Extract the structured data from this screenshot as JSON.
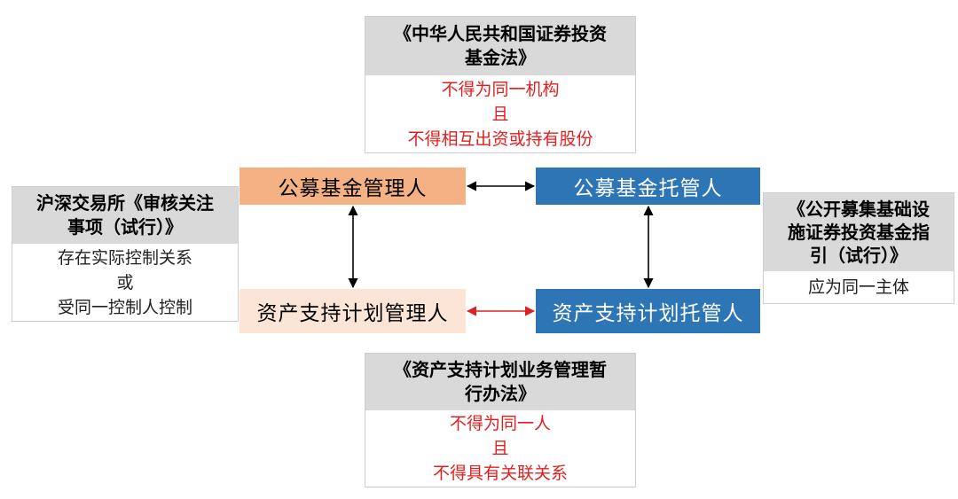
{
  "top_card": {
    "title_lines": [
      "《中华人民共和国证券投资",
      "基金法》"
    ],
    "rule_lines": [
      "不得为同一机构",
      "且",
      "不得相互出资或持有股份"
    ]
  },
  "bottom_card": {
    "title_lines": [
      "《资产支持计划业务管理暂",
      "行办法》"
    ],
    "rule_lines": [
      "不得为同一人",
      "且",
      "不得具有关联关系"
    ]
  },
  "left_card": {
    "title_lines": [
      "沪深交易所《审核关注",
      "事项（试行）》"
    ],
    "rule_lines": [
      "存在实际控制关系",
      "或",
      "受同一控制人控制"
    ]
  },
  "right_card": {
    "title_lines": [
      "《公开募集基础设",
      "施证券投资基金指",
      "引（试行）》"
    ],
    "rule_lines": [
      "应为同一主体"
    ]
  },
  "nodes": {
    "fund_manager": "公募基金管理人",
    "fund_custodian": "公募基金托管人",
    "abs_manager": "资产支持计划管理人",
    "abs_custodian": "资产支持计划托管人"
  },
  "colors": {
    "fund_manager_fill": "#f4b183",
    "fund_custodian_fill": "#2e75b6",
    "abs_manager_fill": "#fbe5d6",
    "abs_custodian_fill": "#2e75b6",
    "header_fill": "#d9d9d9",
    "rule_text_red": "#e02020",
    "arrow_black": "#000000",
    "arrow_red": "#e02020"
  }
}
